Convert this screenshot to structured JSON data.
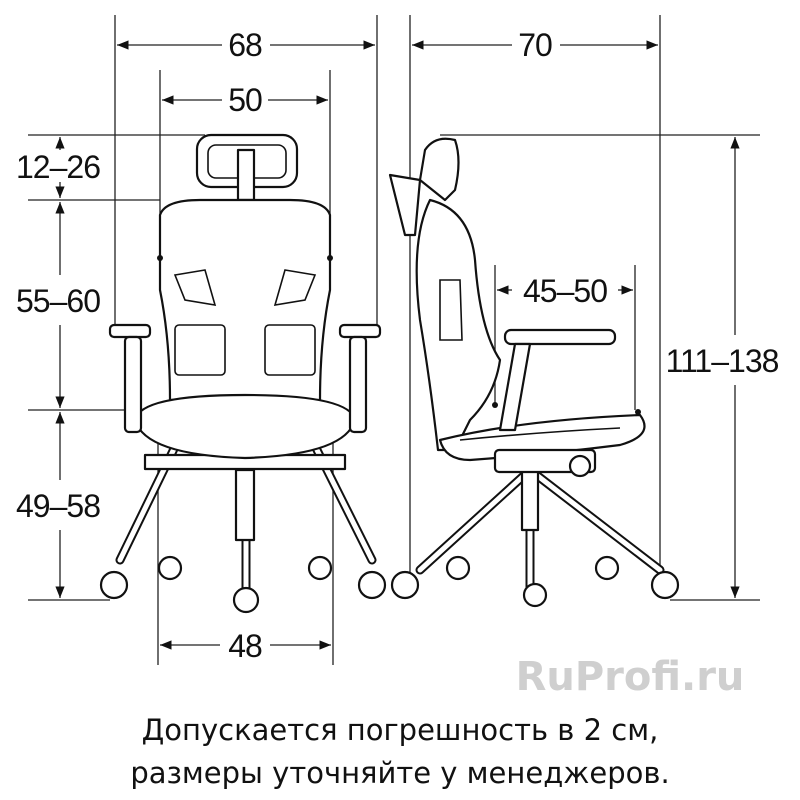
{
  "front_view": {
    "overall_width": "68",
    "back_width": "50",
    "headrest_adjust": "12–26",
    "back_height": "55–60",
    "seat_height": "49–58",
    "seat_width": "48"
  },
  "side_view": {
    "overall_depth": "70",
    "seat_depth": "45–50",
    "overall_height": "111–138"
  },
  "watermark": "RuProfi.ru",
  "note": {
    "line1": "Допускается погрешность в 2 см,",
    "line2": "размеры уточняйте у менеджеров."
  }
}
